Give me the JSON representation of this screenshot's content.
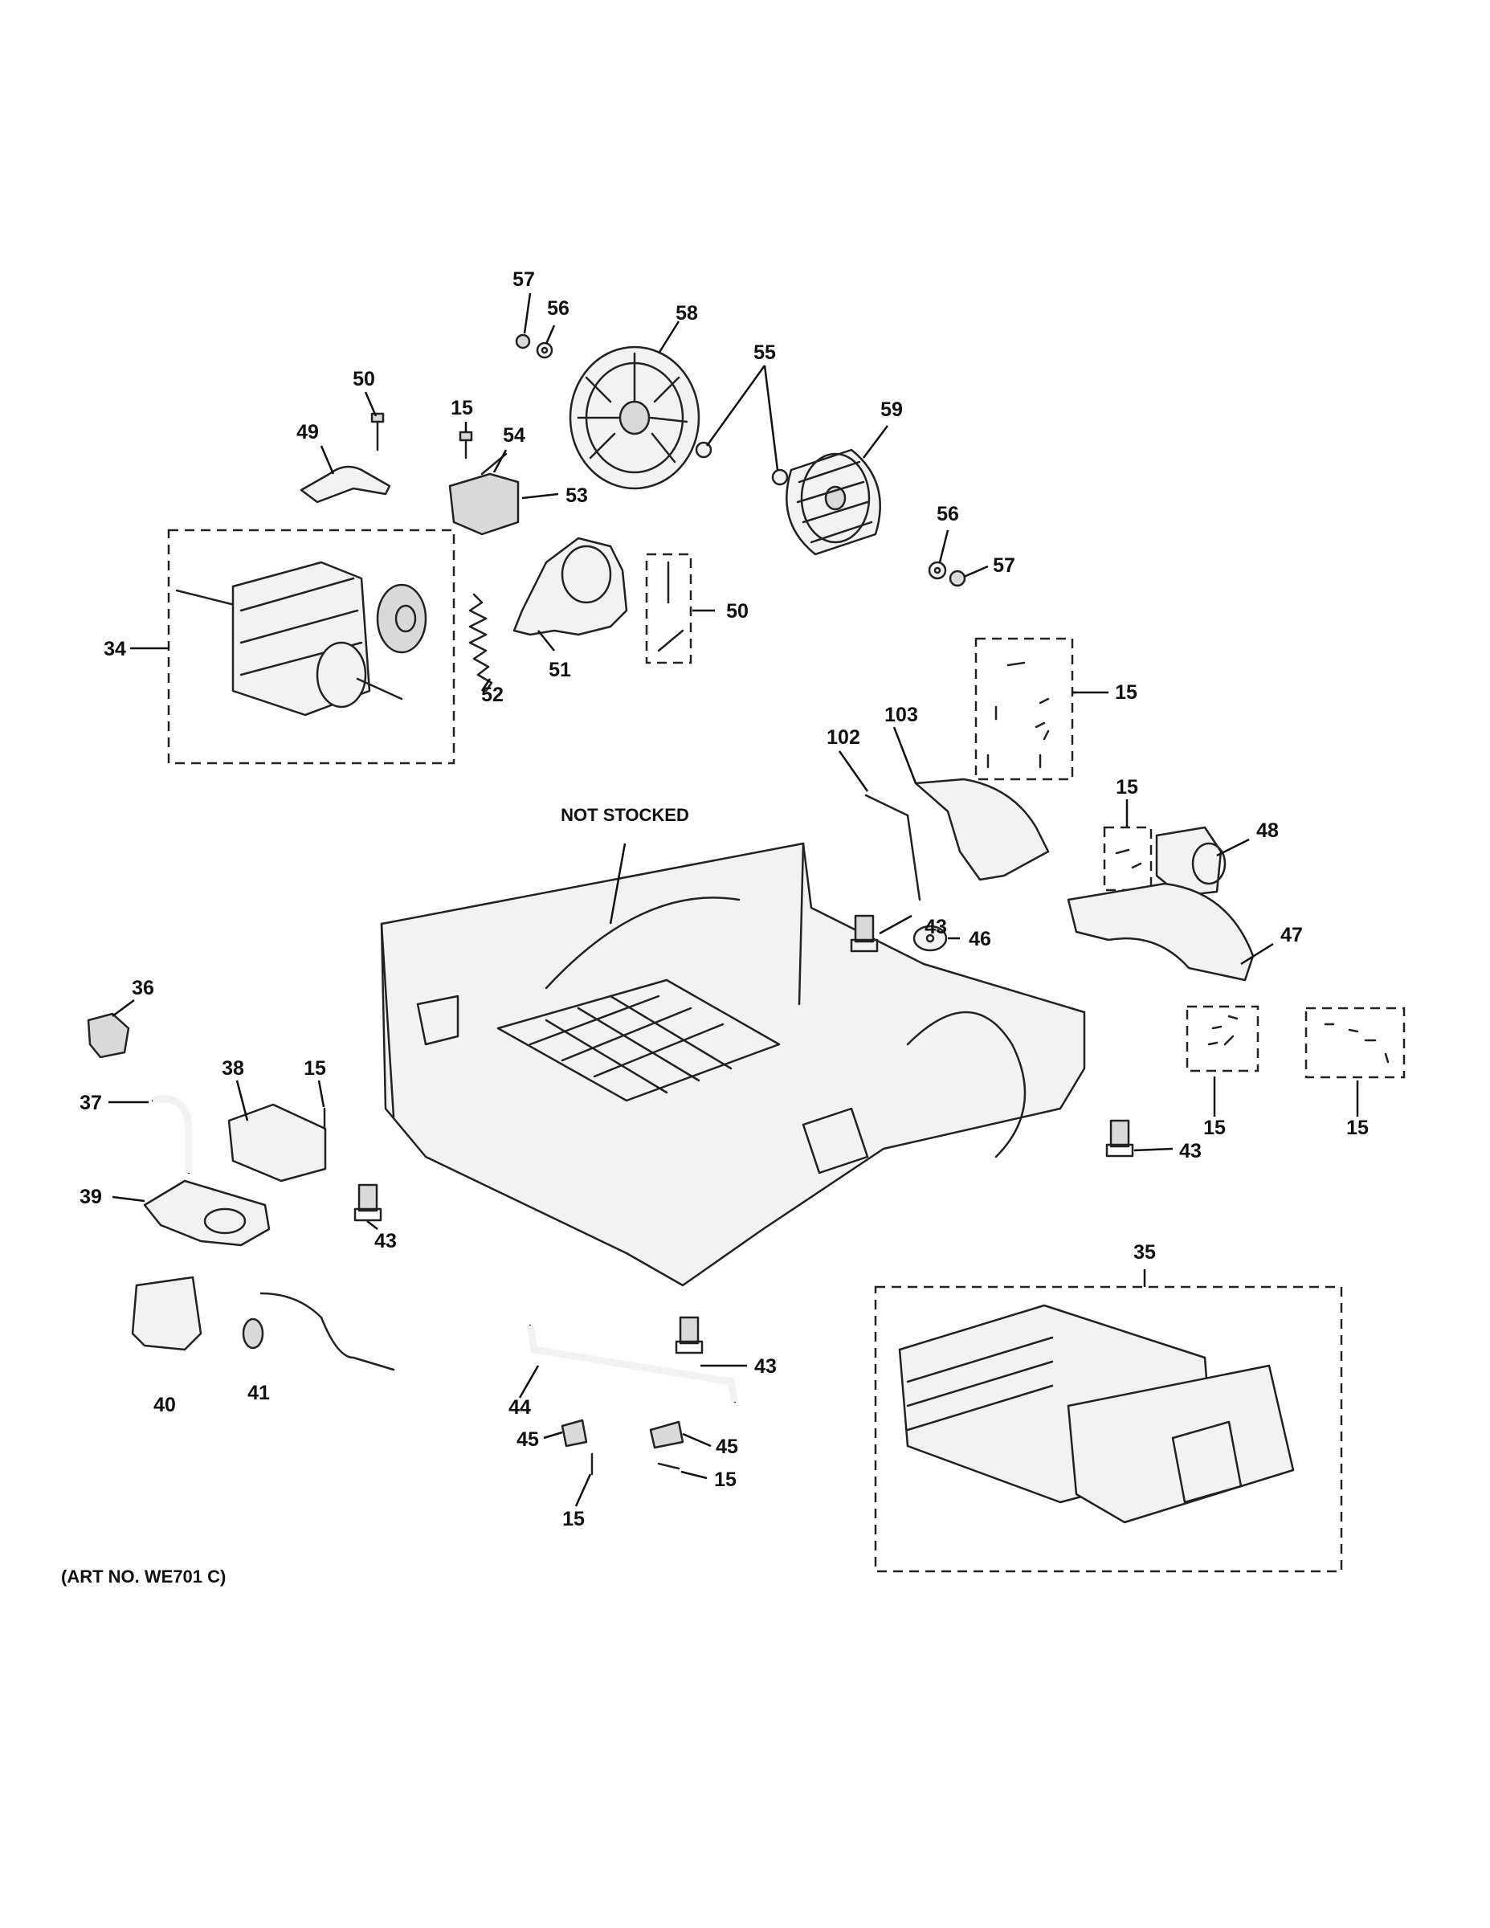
{
  "diagram": {
    "art_number": "(ART NO. WE701 C)",
    "note_not_stocked": "NOT STOCKED",
    "callouts": {
      "c57a": "57",
      "c56a": "56",
      "c58": "58",
      "c55": "55",
      "c59": "59",
      "c56b": "56",
      "c57b": "57",
      "c50a": "50",
      "c49": "49",
      "c15a": "15",
      "c54": "54",
      "c53": "53",
      "c34": "34",
      "c52": "52",
      "c51": "51",
      "c50b": "50",
      "c15b": "15",
      "c103": "103",
      "c102": "102",
      "c15c": "15",
      "c48": "48",
      "c46": "46",
      "c43a": "43",
      "c47": "47",
      "c36": "36",
      "c38": "38",
      "c15d": "15",
      "c37": "37",
      "c39": "39",
      "c43b": "43",
      "c15e": "15",
      "c15f": "15",
      "c43c": "43",
      "c35": "35",
      "c40": "40",
      "c41": "41",
      "c44": "44",
      "c43d": "43",
      "c45a": "45",
      "c45b": "45",
      "c15g": "15",
      "c15h": "15"
    }
  }
}
